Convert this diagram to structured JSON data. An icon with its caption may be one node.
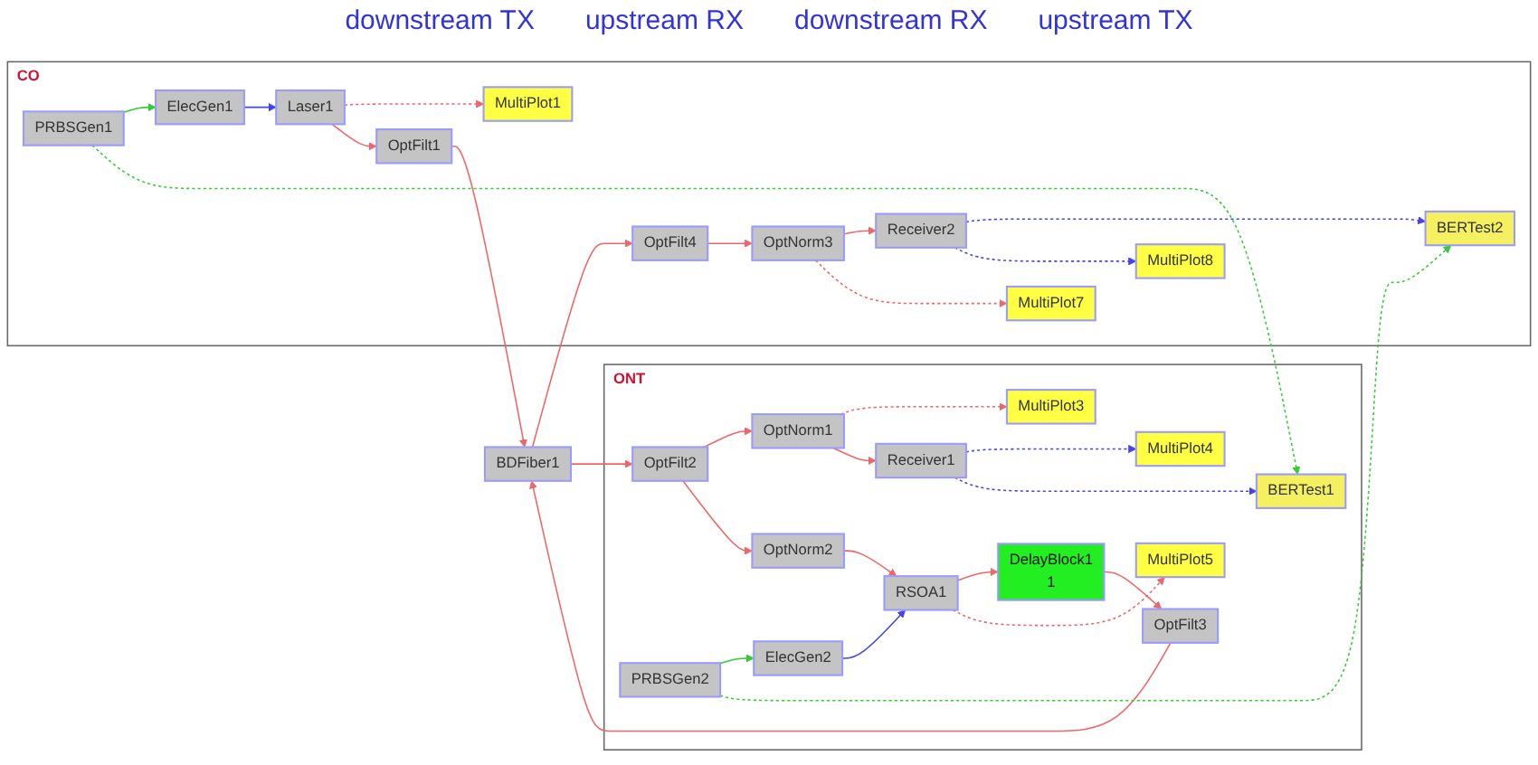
{
  "diagram": {
    "nodes": [
      {
        "text": [
          "CO"
        ]
      },
      {
        "text": [
          "MultiPlot1"
        ],
        "in": 0
      },
      {
        "text": [
          "PRBSGen1"
        ],
        "in": 0
      },
      {
        "text": [
          "ElecGen1"
        ],
        "in": 0
      },
      {
        "text": [
          "Laser1"
        ],
        "in": 0
      },
      {
        "text": [
          "OptFilt1"
        ],
        "in": 0
      },
      {
        "text": [
          "BERTest2"
        ],
        "in": 0
      },
      {
        "text": [
          "Receiver2"
        ],
        "in": 0
      },
      {
        "text": [
          "OptNorm3"
        ],
        "in": 0
      },
      {
        "text": [
          "OptFilt4"
        ],
        "in": 0
      },
      {
        "text": [
          "MultiPlot8"
        ],
        "in": 0
      },
      {
        "text": [
          "MultiPlot7"
        ],
        "in": 0
      },
      {
        "text": [
          "BDFiber1"
        ]
      },
      {
        "text": [
          "ONT"
        ]
      },
      {
        "text": [
          "MultiPlot3"
        ],
        "in": 13
      },
      {
        "text": [
          "MultiPlot4"
        ],
        "in": 13
      },
      {
        "text": [
          "OptFilt2"
        ],
        "in": 13
      },
      {
        "text": [
          "OptNorm1"
        ],
        "in": 13
      },
      {
        "text": [
          "Receiver1"
        ],
        "in": 13
      },
      {
        "text": [
          "BERTest1"
        ],
        "in": 13
      },
      {
        "text": [
          "OptNorm2"
        ],
        "in": 13
      },
      {
        "text": [
          "OptFilt3"
        ],
        "in": 13
      },
      {
        "text": [
          "DelayBlock1",
          "1"
        ],
        "in": 13
      },
      {
        "text": [
          "RSOA1"
        ],
        "in": 13
      },
      {
        "text": [
          "MultiPlot5"
        ],
        "in": 13
      },
      {
        "text": [
          "ElecGen2"
        ],
        "in": 13
      },
      {
        "text": [
          "PRBSGen2"
        ],
        "in": 13
      }
    ],
    "edges": [
      {
        "from": 2,
        "to": 3,
        "arrow": "to",
        "color": "#33cc33"
      },
      {
        "from": 3,
        "to": 4,
        "arrow": "to",
        "color": "#4444ee"
      },
      {
        "from": 4,
        "to": 1,
        "arrow": "to",
        "style": "dashed"
      },
      {
        "from": 4,
        "to": 5,
        "arrow": "to"
      },
      {
        "from": 5,
        "to": 12,
        "arrow": "to"
      },
      {
        "from": 12,
        "to": 16,
        "arrow": "to"
      },
      {
        "from": 16,
        "to": 17,
        "arrow": "to"
      },
      {
        "from": 17,
        "to": 14,
        "arrow": "to",
        "style": "dashed"
      },
      {
        "from": 17,
        "to": 18,
        "arrow": "to"
      },
      {
        "from": 18,
        "to": 15,
        "arrow": "to",
        "style": "dashed",
        "color": "#4444ee"
      },
      {
        "from": 18,
        "to": 19,
        "arrow": "to",
        "style": "dashed",
        "color": "#4444ee"
      },
      {
        "from": 16,
        "to": 20,
        "arrow": "to"
      },
      {
        "from": 20,
        "to": 23,
        "arrow": "to"
      },
      {
        "from": 26,
        "to": 25,
        "arrow": "to",
        "color": "#33cc33"
      },
      {
        "from": 25,
        "to": 23,
        "arrow": "to",
        "color": "#4444ee"
      },
      {
        "from": 23,
        "to": 22,
        "arrow": "to"
      },
      {
        "from": 23,
        "to": 24,
        "arrow": "to",
        "style": "dashed"
      },
      {
        "from": 22,
        "to": 21,
        "arrow": "to"
      },
      {
        "from": 21,
        "to": 12,
        "arrow": "to"
      },
      {
        "from": 12,
        "to": 9,
        "arrow": "to"
      },
      {
        "from": 9,
        "to": 8,
        "arrow": "to"
      },
      {
        "from": 8,
        "to": 7,
        "arrow": "to"
      },
      {
        "from": 8,
        "to": 11,
        "arrow": "to",
        "style": "dashed"
      },
      {
        "from": 7,
        "to": 6,
        "arrow": "to",
        "style": "dashed",
        "color": "#4444ee"
      },
      {
        "from": 7,
        "to": 10,
        "arrow": "to",
        "style": "dashed",
        "color": "#4444ee"
      },
      {
        "from": 26,
        "to": 6,
        "arrow": "to",
        "style": "dashed",
        "color": "#33cc33"
      },
      {
        "from": 2,
        "to": 19,
        "arrow": "to",
        "style": "dashed",
        "color": "#33cc33"
      }
    ],
    "labels": [
      "downstream TX",
      "upstream RX",
      "downstream RX",
      "upstream TX"
    ]
  }
}
